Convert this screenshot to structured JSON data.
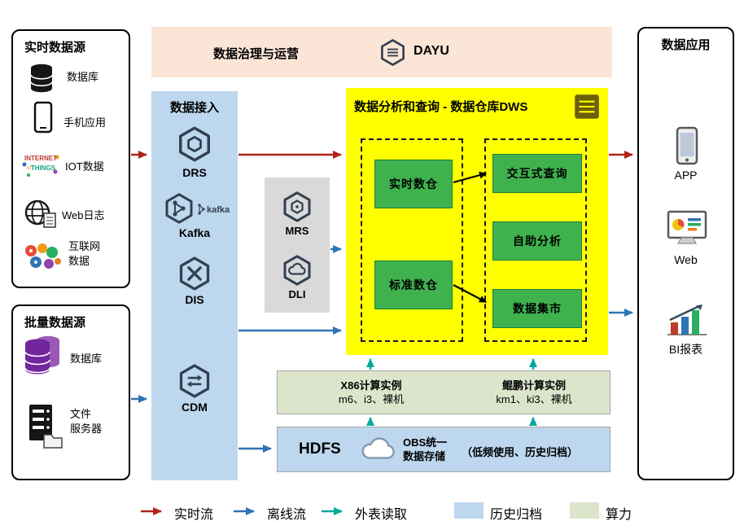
{
  "colors": {
    "realtime_flow": "#b02418",
    "offline_flow": "#2e75b6",
    "external_read": "#00a99b",
    "archive_bg": "#bdd7ee",
    "compute_bg": "#dce5cb",
    "dws_bg": "#ffff00",
    "dws_node": "#3fb24e",
    "governance_bg": "#fbe5d6",
    "ingestion_bg": "#bdd7ee",
    "middleware_bg": "#d9d9d9"
  },
  "realtime_sources": {
    "title": "实时数据源",
    "items": [
      {
        "icon": "database-icon",
        "lines": [
          "数据库"
        ]
      },
      {
        "icon": "mobile-app-icon",
        "lines": [
          "手机应用"
        ]
      },
      {
        "icon": "iot-icon",
        "lines": [
          "IOT数据"
        ]
      },
      {
        "icon": "web-log-icon",
        "lines": [
          "Web日志"
        ]
      },
      {
        "icon": "internet-data-icon",
        "lines": [
          "互联网",
          "数据"
        ]
      }
    ],
    "iot_words": {
      "w1": "INTERNET",
      "w2": "of",
      "w3": "THINGS"
    }
  },
  "batch_sources": {
    "title": "批量数据源",
    "items": [
      {
        "icon": "database-purple-icon",
        "lines": [
          "数据库"
        ]
      },
      {
        "icon": "file-server-icon",
        "lines": [
          "文件",
          "服务器"
        ]
      }
    ]
  },
  "governance": {
    "title": "数据治理与运营",
    "logo_text": "DAYU"
  },
  "ingestion": {
    "title": "数据接入",
    "items": [
      "DRS",
      "Kafka",
      "DIS",
      "CDM"
    ],
    "kafka_wordmark": "kafka"
  },
  "middleware": {
    "items": [
      "MRS",
      "DLI"
    ]
  },
  "dws": {
    "title": "数据分析和查询 - 数据仓库DWS",
    "left_boxes": [
      "实时数仓",
      "标准数仓"
    ],
    "right_boxes": [
      "交互式查询",
      "自助分析",
      "数据集市"
    ]
  },
  "compute": {
    "x86_title": "X86计算实例",
    "x86_models": "m6、i3、裸机",
    "kunpeng_title": "鲲鹏计算实例",
    "kunpeng_models": "km1、ki3、裸机"
  },
  "storage": {
    "hdfs": "HDFS",
    "obs_line1": "OBS统一",
    "obs_line2": "数据存储",
    "note": "（低频使用、历史归档）"
  },
  "applications": {
    "title": "数据应用",
    "items": [
      {
        "icon": "app-phone-icon",
        "lines": [
          "APP"
        ]
      },
      {
        "icon": "web-monitor-icon",
        "lines": [
          "Web"
        ]
      },
      {
        "icon": "bi-report-icon",
        "lines": [
          "BI报表"
        ]
      }
    ]
  },
  "legend": {
    "items": [
      {
        "label": "实时流",
        "type": "arrow",
        "color": "#b02418"
      },
      {
        "label": "离线流",
        "type": "arrow",
        "color": "#2e75b6"
      },
      {
        "label": "外表读取",
        "type": "arrow",
        "color": "#00a99b"
      },
      {
        "label": "历史归档",
        "type": "swatch",
        "color": "#bdd7ee"
      },
      {
        "label": "算力",
        "type": "swatch",
        "color": "#dce5cb"
      }
    ]
  }
}
